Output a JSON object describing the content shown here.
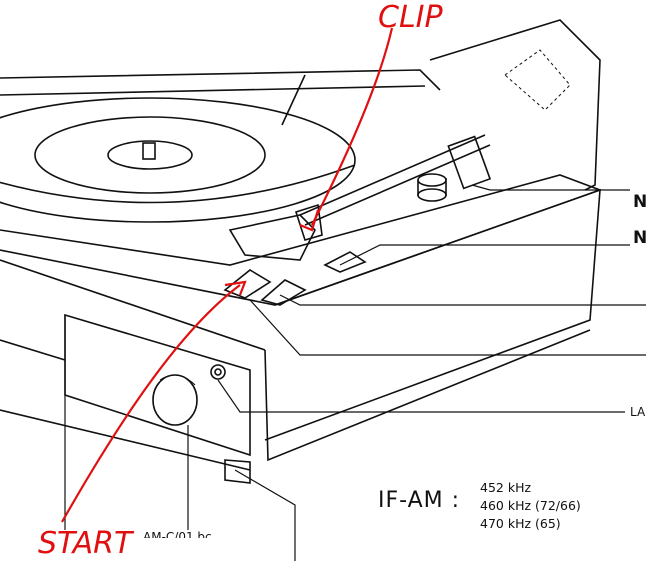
{
  "annotations": {
    "clip": "CLIP",
    "start": "START"
  },
  "callouts": {
    "label_1": "N",
    "label_2": "N",
    "label_3": "LA"
  },
  "spec": {
    "title": "IF-AM :",
    "frequencies": [
      "452 kHz",
      "460 kHz (72/66)",
      "470 kHz (65)"
    ],
    "model_caption": "AM-C/01 bc"
  },
  "colors": {
    "ink": "#111111",
    "annotation": "#e01010"
  }
}
